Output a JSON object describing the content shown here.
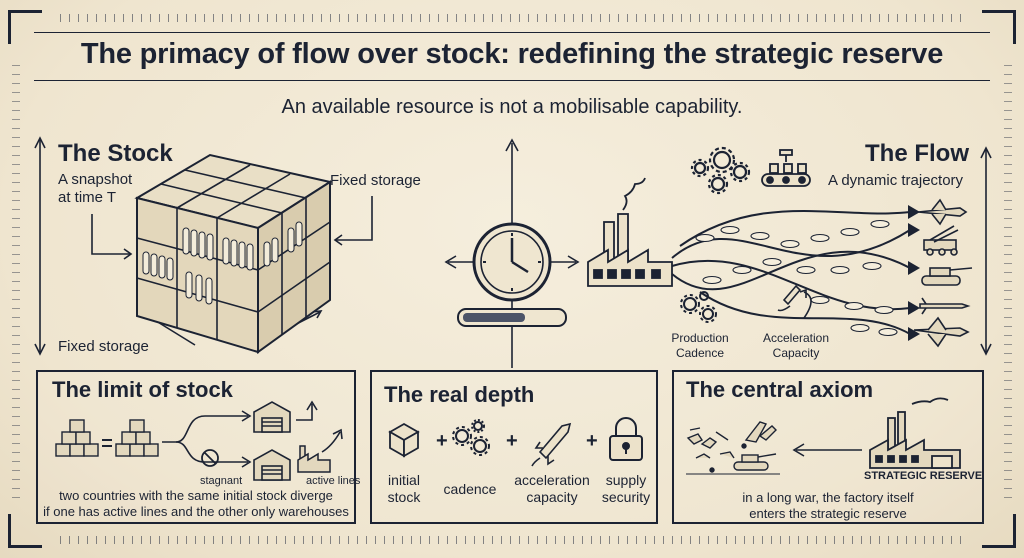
{
  "title": "The primacy of flow over stock: redefining the strategic reserve",
  "subtitle": "An available resource is not a mobilisable capability.",
  "stock": {
    "heading": "The Stock",
    "snapshot_line1": "A snapshot",
    "snapshot_line2": "at time T",
    "fixed_storage_right": "Fixed storage",
    "fixed_storage_bottom": "Fixed storage"
  },
  "flow": {
    "heading": "The Flow",
    "dynamic": "A dynamic trajectory",
    "production_line1": "Production",
    "production_line2": "Cadence",
    "acceleration_line1": "Acceleration",
    "acceleration_line2": "Capacity"
  },
  "limit": {
    "heading": "The limit of stock",
    "stagnant": "stagnant",
    "active_lines": "active lines",
    "caption_line1": "two countries with the same initial stock diverge",
    "caption_line2": "if one has active lines and the other only warehouses"
  },
  "depth": {
    "heading": "The real depth",
    "items": [
      {
        "line1": "initial",
        "line2": "stock"
      },
      {
        "line1": "cadence",
        "line2": ""
      },
      {
        "line1": "acceleration",
        "line2": "capacity"
      },
      {
        "line1": "supply",
        "line2": "security"
      }
    ]
  },
  "axiom": {
    "heading": "The central axiom",
    "reserve_label": "STRATEGIC RESERVE",
    "caption_line1": "in a long war, the factory itself",
    "caption_line2": "enters the strategic reserve"
  }
}
